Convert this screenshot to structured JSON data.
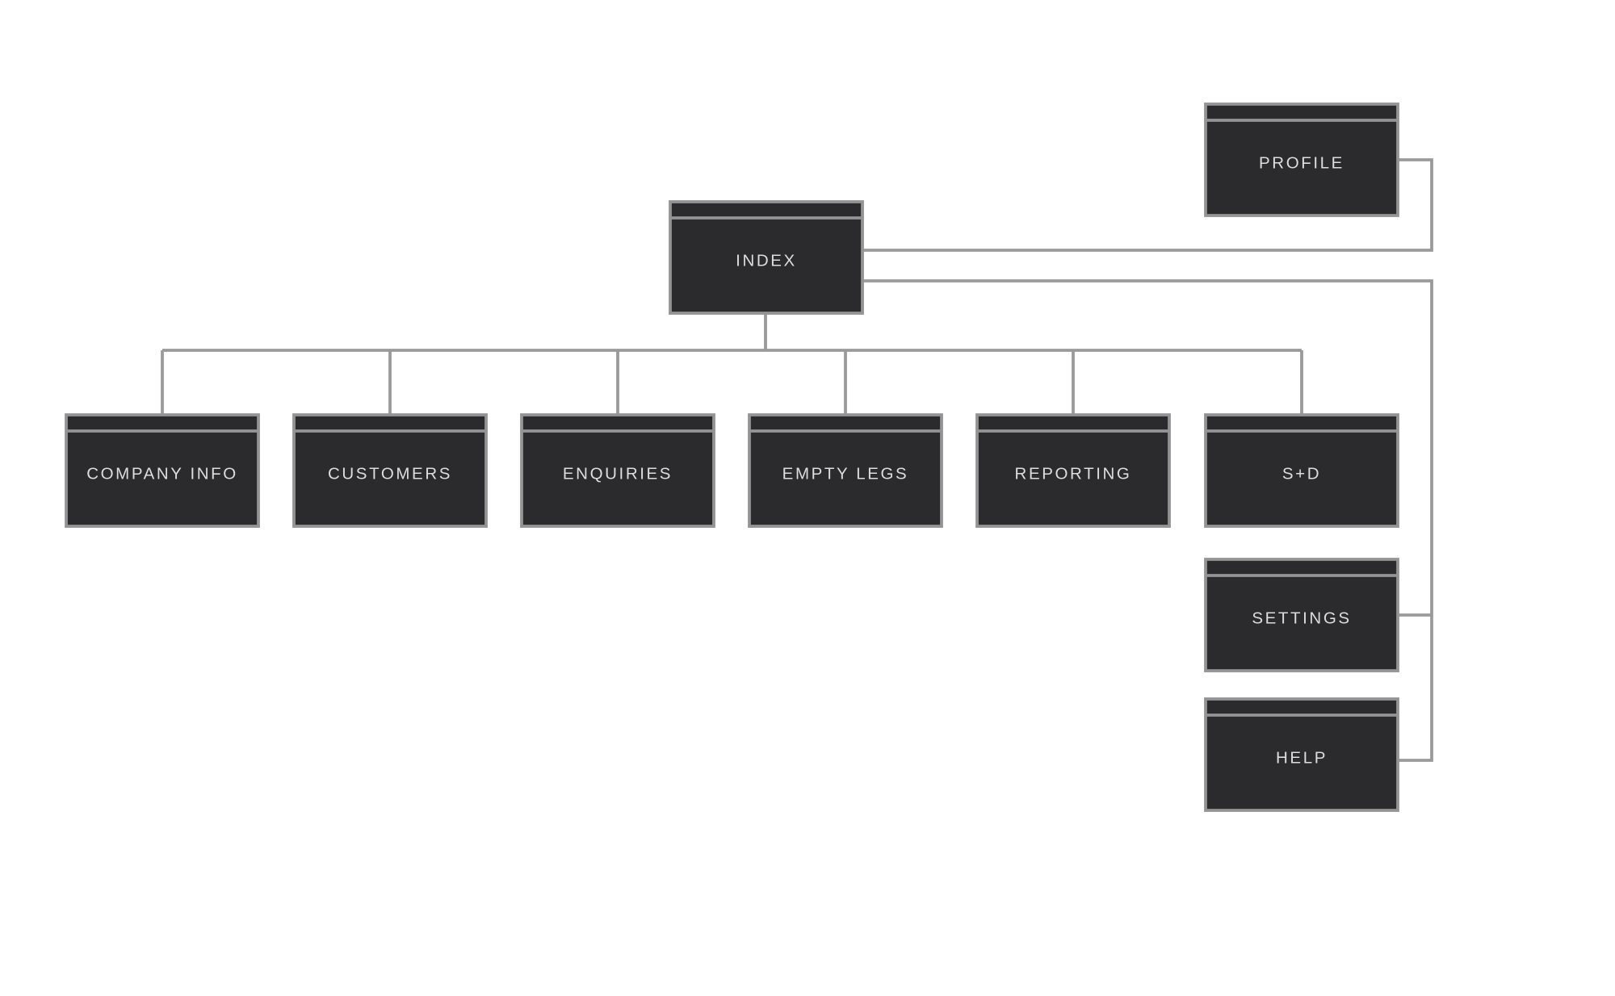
{
  "nodes": {
    "index": {
      "label": "INDEX"
    },
    "profile": {
      "label": "PROFILE"
    },
    "company_info": {
      "label": "COMPANY INFO"
    },
    "customers": {
      "label": "CUSTOMERS"
    },
    "enquiries": {
      "label": "ENQUIRIES"
    },
    "empty_legs": {
      "label": "EMPTY LEGS"
    },
    "reporting": {
      "label": "REPORTING"
    },
    "s_d": {
      "label": "S+D"
    },
    "settings": {
      "label": "SETTINGS"
    },
    "help": {
      "label": "HELP"
    }
  },
  "colors": {
    "node_fill": "#2b2b2d",
    "node_border": "#949494",
    "label_text": "#dddddd",
    "connector": "#9a9a9a"
  }
}
